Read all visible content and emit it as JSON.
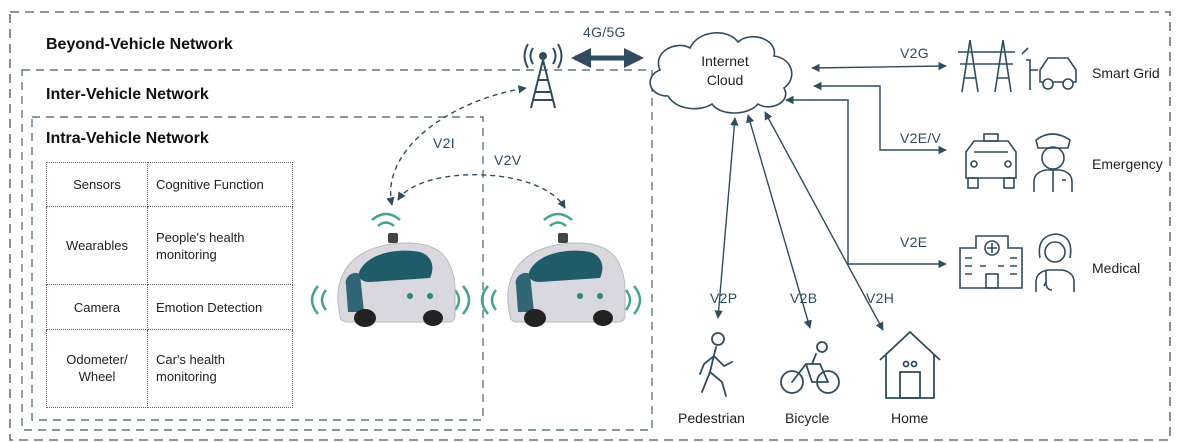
{
  "sections": {
    "beyond": "Beyond-Vehicle Network",
    "inter": "Inter-Vehicle Network",
    "intra": "Intra-Vehicle Network"
  },
  "intra_table": [
    {
      "component": "Sensors",
      "function": "Cognitive Function"
    },
    {
      "component": "Wearables",
      "function": "People's health monitoring"
    },
    {
      "component": "Camera",
      "function": "Emotion Detection"
    },
    {
      "component": "Odometer/ Wheel",
      "function": "Car's health monitoring"
    }
  ],
  "links": {
    "cellular": "4G/5G",
    "v2i": "V2I",
    "v2v": "V2V",
    "v2g": "V2G",
    "v2ev": "V2E/V",
    "v2e": "V2E",
    "v2p": "V2P",
    "v2b": "V2B",
    "v2h": "V2H"
  },
  "cloud": {
    "line1": "Internet",
    "line2": "Cloud"
  },
  "targets": {
    "smart_grid": "Smart Grid",
    "emergency": "Emergency",
    "medical": "Medical",
    "pedestrian": "Pedestrian",
    "bicycle": "Bicycle",
    "home": "Home"
  },
  "icons": [
    "tower-icon",
    "cloud-icon",
    "power-pylon-icon",
    "ev-charging-car-icon",
    "taxi-icon",
    "police-officer-icon",
    "hospital-icon",
    "doctor-icon",
    "pedestrian-icon",
    "bicycle-icon",
    "home-icon",
    "autonomous-car-icon"
  ],
  "colors": {
    "arrow": "#2f4d5e",
    "border": "#5f7784",
    "car_body": "#d7d7dc",
    "car_glass": "#1f5b68",
    "wave": "#46a48e"
  }
}
